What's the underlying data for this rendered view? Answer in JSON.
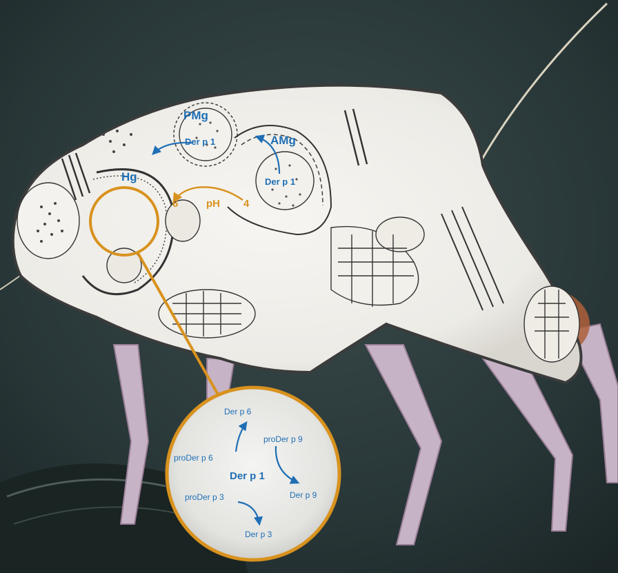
{
  "colors": {
    "accent_blue": "#1f6fb5",
    "accent_orange": "#d8921e",
    "background": "#2b3b3c"
  },
  "labels": {
    "pmg": "PMg",
    "amg": "AMg",
    "hg": "Hg",
    "pmg_der": "Der p 1",
    "amg_der": "Der p 1",
    "ph": "pH",
    "ph_low": "6",
    "ph_high": "4"
  },
  "zoom": {
    "center": "Der p 1",
    "pro6": "proDer p 6",
    "der6": "Der p 6",
    "pro9": "proDer p 9",
    "der9": "Der p 9",
    "pro3": "proDer p 3",
    "der3": "Der p 3"
  }
}
